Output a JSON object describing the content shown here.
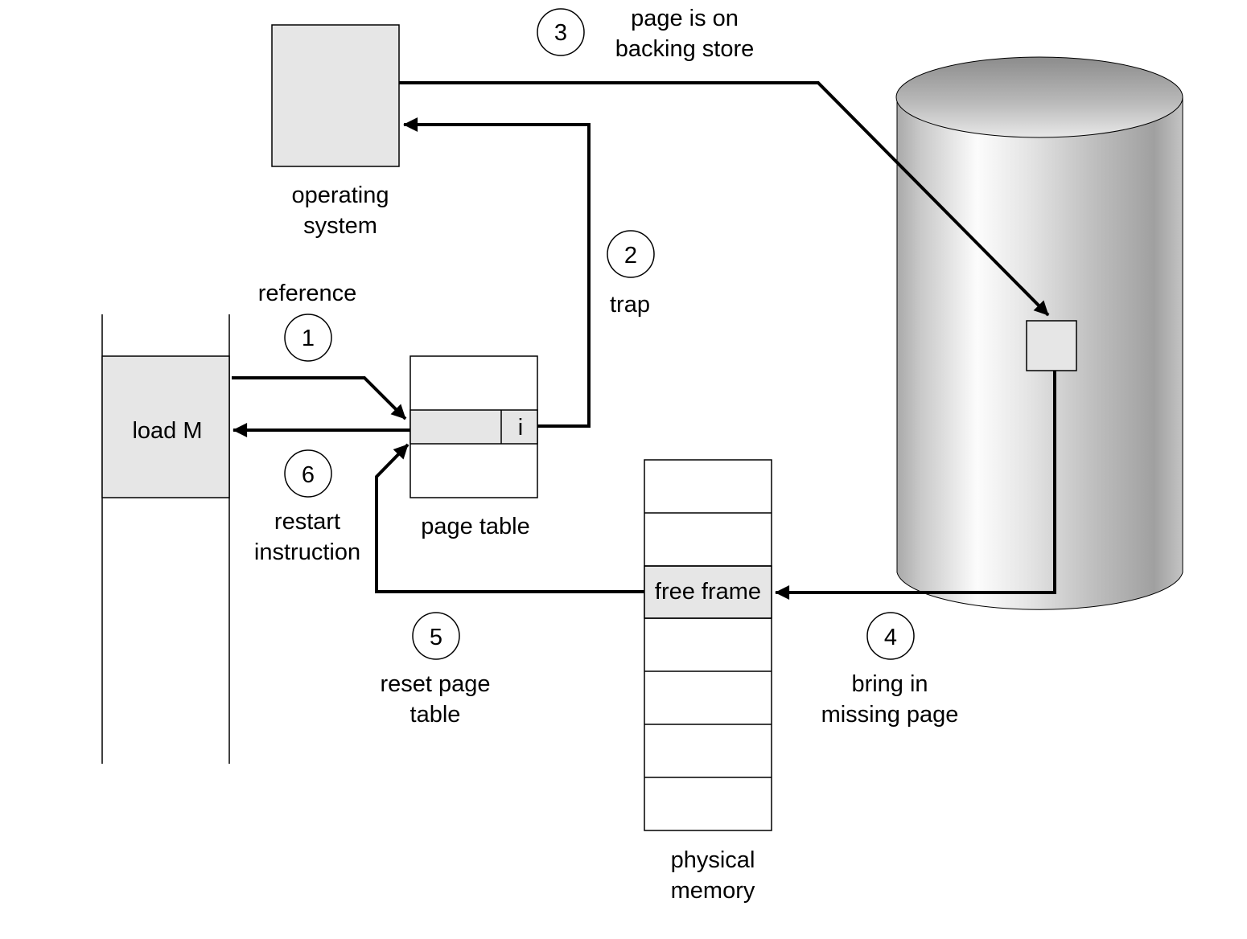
{
  "labels": {
    "operating_system": [
      "operating",
      "system"
    ],
    "page_is_on_backing_store": [
      "page is on",
      "backing store"
    ],
    "trap": "trap",
    "reference": "reference",
    "load_m": "load M",
    "page_table_entry_bit": "i",
    "page_table": "page table",
    "restart_instruction": [
      "restart",
      "instruction"
    ],
    "free_frame": "free frame",
    "reset_page_table": [
      "reset page",
      "table"
    ],
    "bring_in_missing_page": [
      "bring in",
      "missing page"
    ],
    "physical_memory": [
      "physical",
      "memory"
    ]
  },
  "steps": {
    "s1": "1",
    "s2": "2",
    "s3": "3",
    "s4": "4",
    "s5": "5",
    "s6": "6"
  },
  "colors": {
    "box_fill": "#e6e6e6",
    "stroke": "#000000",
    "background": "#ffffff"
  }
}
